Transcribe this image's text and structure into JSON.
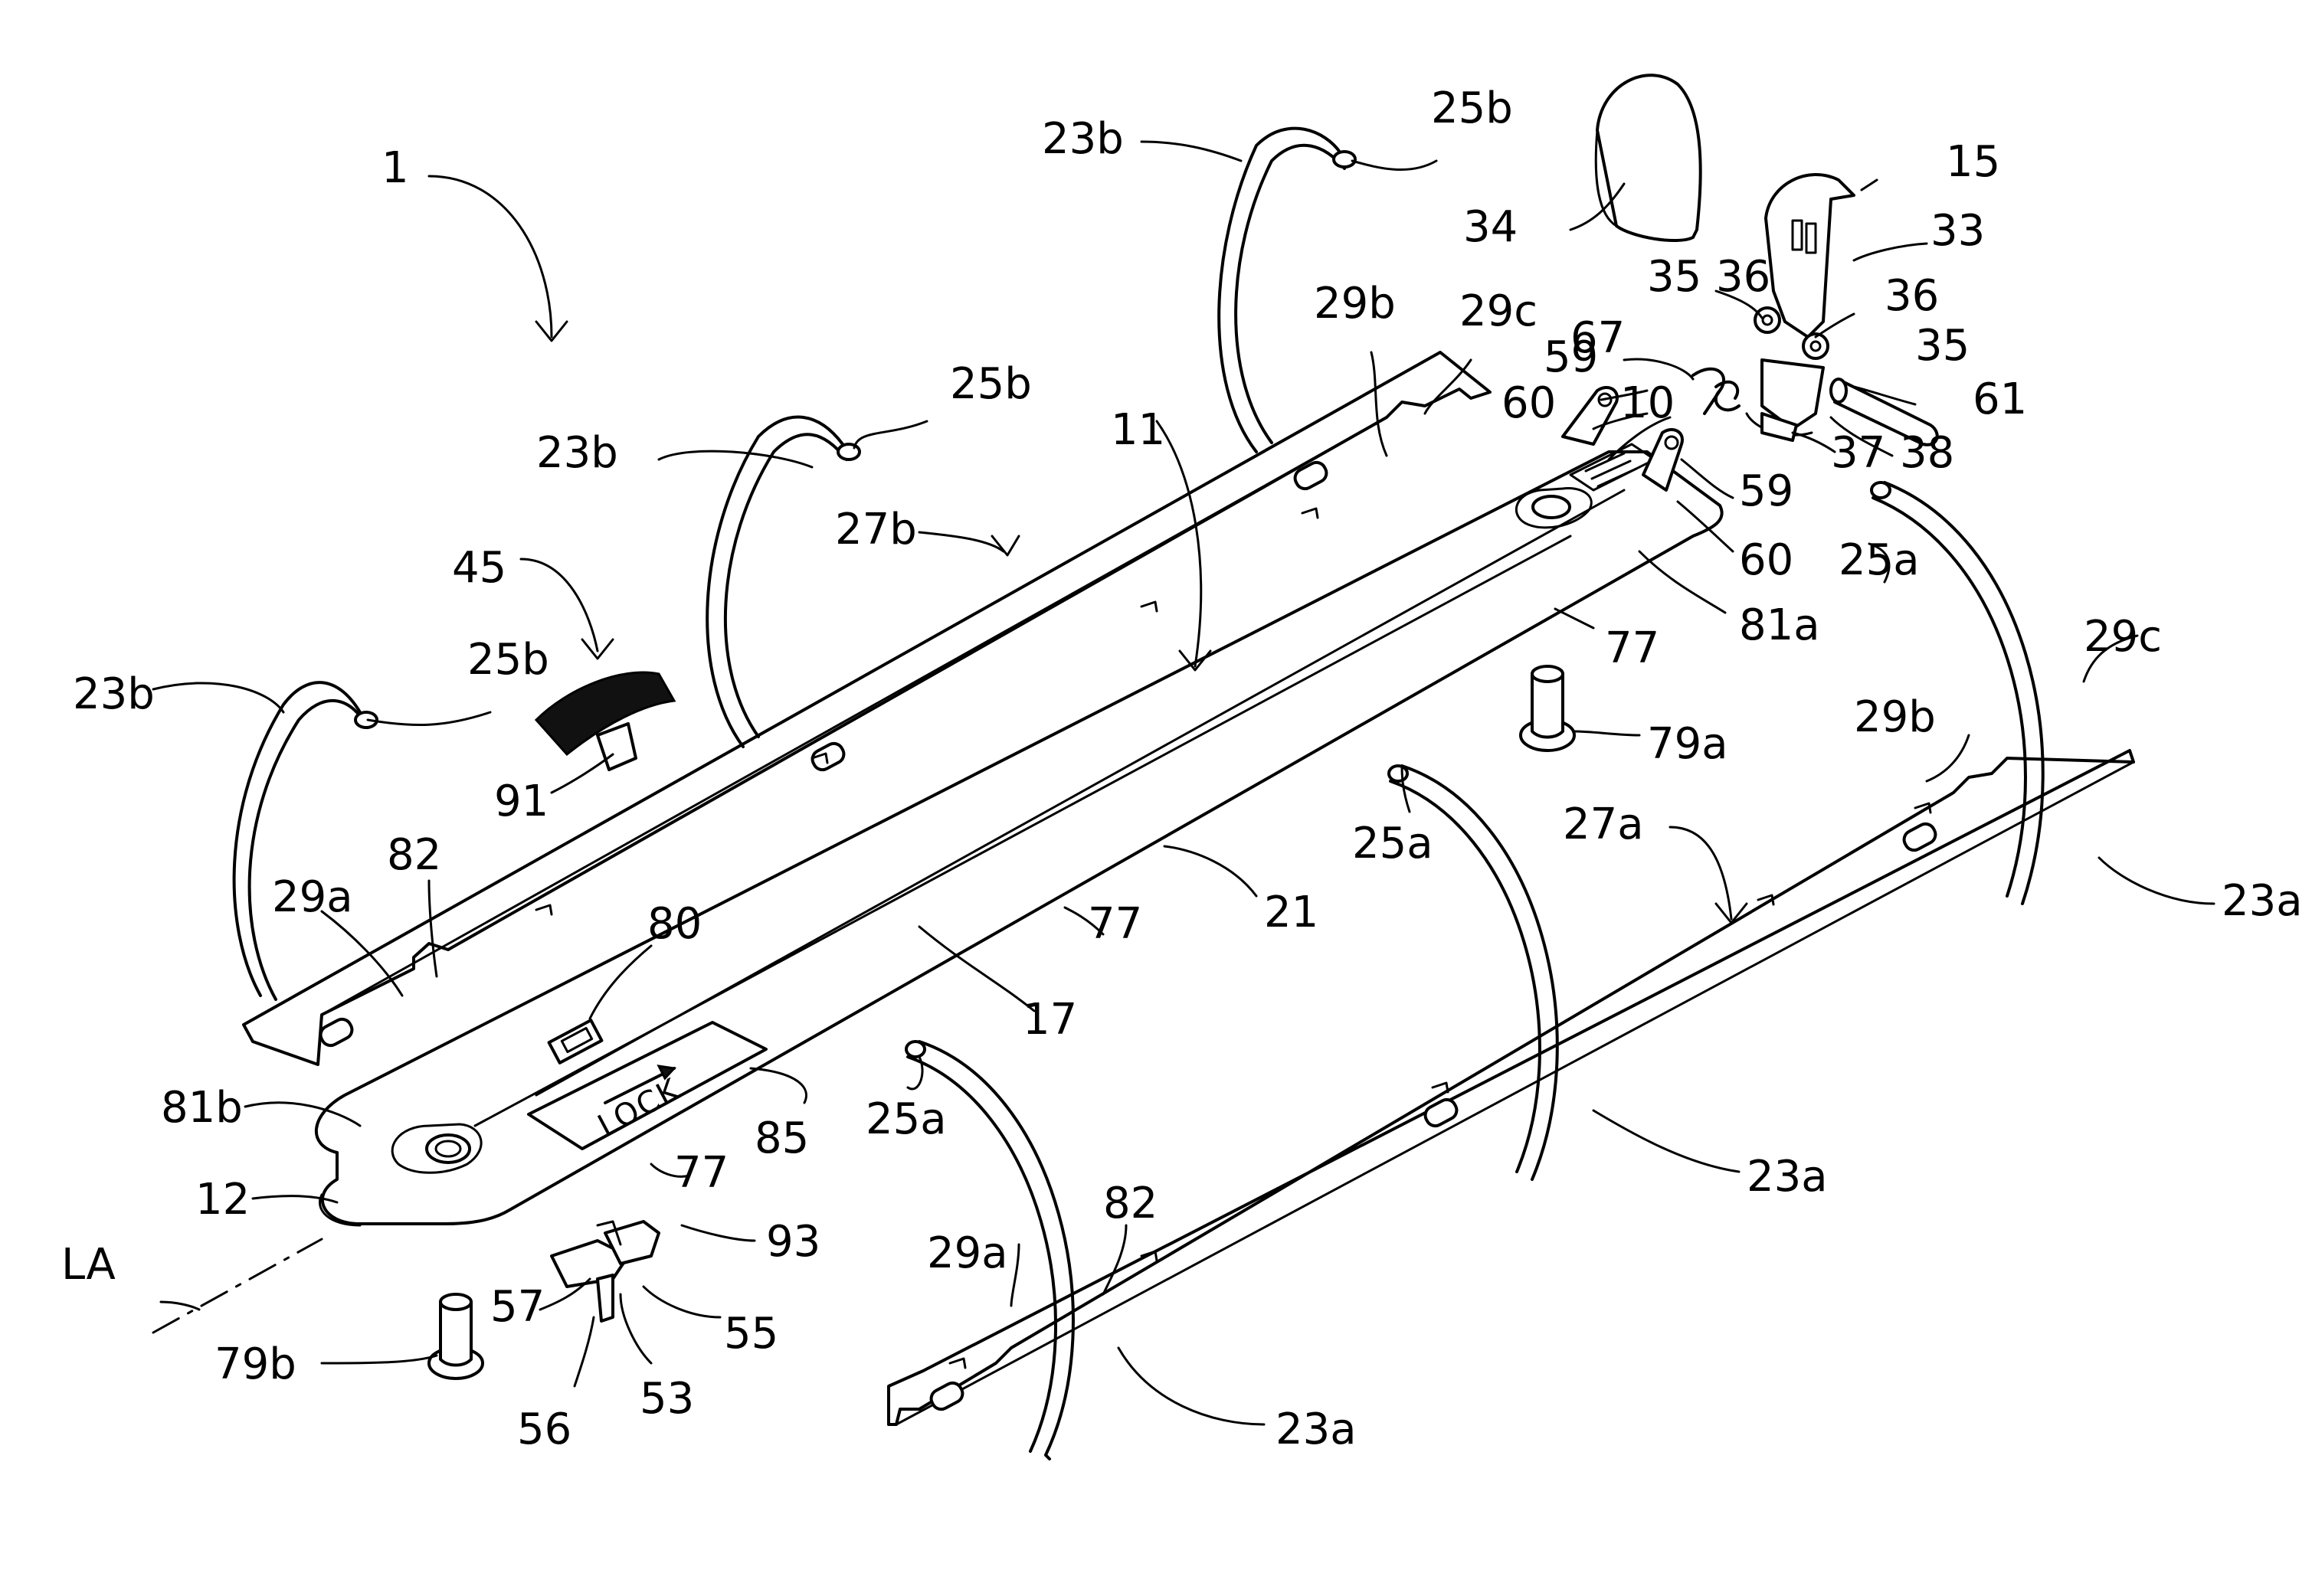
{
  "drawing": {
    "lock_text": "LOCK",
    "labels": [
      {
        "id": "1",
        "text": "1"
      },
      {
        "id": "23b-top",
        "text": "23b"
      },
      {
        "id": "25b-top",
        "text": "25b"
      },
      {
        "id": "34",
        "text": "34"
      },
      {
        "id": "15",
        "text": "15"
      },
      {
        "id": "33",
        "text": "33"
      },
      {
        "id": "35-l",
        "text": "35"
      },
      {
        "id": "36-l",
        "text": "36"
      },
      {
        "id": "36-r",
        "text": "36"
      },
      {
        "id": "35-r",
        "text": "35"
      },
      {
        "id": "29b-top",
        "text": "29b"
      },
      {
        "id": "29c-top",
        "text": "29c"
      },
      {
        "id": "67",
        "text": "67"
      },
      {
        "id": "59-top",
        "text": "59"
      },
      {
        "id": "60-top",
        "text": "60"
      },
      {
        "id": "10",
        "text": "10"
      },
      {
        "id": "61",
        "text": "61"
      },
      {
        "id": "37",
        "text": "37"
      },
      {
        "id": "38",
        "text": "38"
      },
      {
        "id": "59-bot",
        "text": "59"
      },
      {
        "id": "60-bot",
        "text": "60"
      },
      {
        "id": "23b-mid",
        "text": "23b"
      },
      {
        "id": "25b-mid",
        "text": "25b"
      },
      {
        "id": "11",
        "text": "11"
      },
      {
        "id": "27b",
        "text": "27b"
      },
      {
        "id": "81a",
        "text": "81a"
      },
      {
        "id": "25a-r",
        "text": "25a"
      },
      {
        "id": "29c-r",
        "text": "29c"
      },
      {
        "id": "45",
        "text": "45"
      },
      {
        "id": "77-top",
        "text": "77"
      },
      {
        "id": "23b-left",
        "text": "23b"
      },
      {
        "id": "25b-left",
        "text": "25b"
      },
      {
        "id": "79a",
        "text": "79a"
      },
      {
        "id": "29b-r",
        "text": "29b"
      },
      {
        "id": "91",
        "text": "91"
      },
      {
        "id": "25a-mid",
        "text": "25a"
      },
      {
        "id": "27a",
        "text": "27a"
      },
      {
        "id": "29a-top",
        "text": "29a"
      },
      {
        "id": "82-top",
        "text": "82"
      },
      {
        "id": "80",
        "text": "80"
      },
      {
        "id": "21",
        "text": "21"
      },
      {
        "id": "77-mid",
        "text": "77"
      },
      {
        "id": "23a-r",
        "text": "23a"
      },
      {
        "id": "17",
        "text": "17"
      },
      {
        "id": "81b",
        "text": "81b"
      },
      {
        "id": "85",
        "text": "85"
      },
      {
        "id": "25a-left",
        "text": "25a"
      },
      {
        "id": "23a-mid",
        "text": "23a"
      },
      {
        "id": "12",
        "text": "12"
      },
      {
        "id": "77-bot",
        "text": "77"
      },
      {
        "id": "93",
        "text": "93"
      },
      {
        "id": "82-bot",
        "text": "82"
      },
      {
        "id": "29a-bot",
        "text": "29a"
      },
      {
        "id": "LA",
        "text": "LA"
      },
      {
        "id": "57",
        "text": "57"
      },
      {
        "id": "55",
        "text": "55"
      },
      {
        "id": "79b",
        "text": "79b"
      },
      {
        "id": "23a-bot",
        "text": "23a"
      },
      {
        "id": "53",
        "text": "53"
      },
      {
        "id": "56",
        "text": "56"
      }
    ]
  }
}
